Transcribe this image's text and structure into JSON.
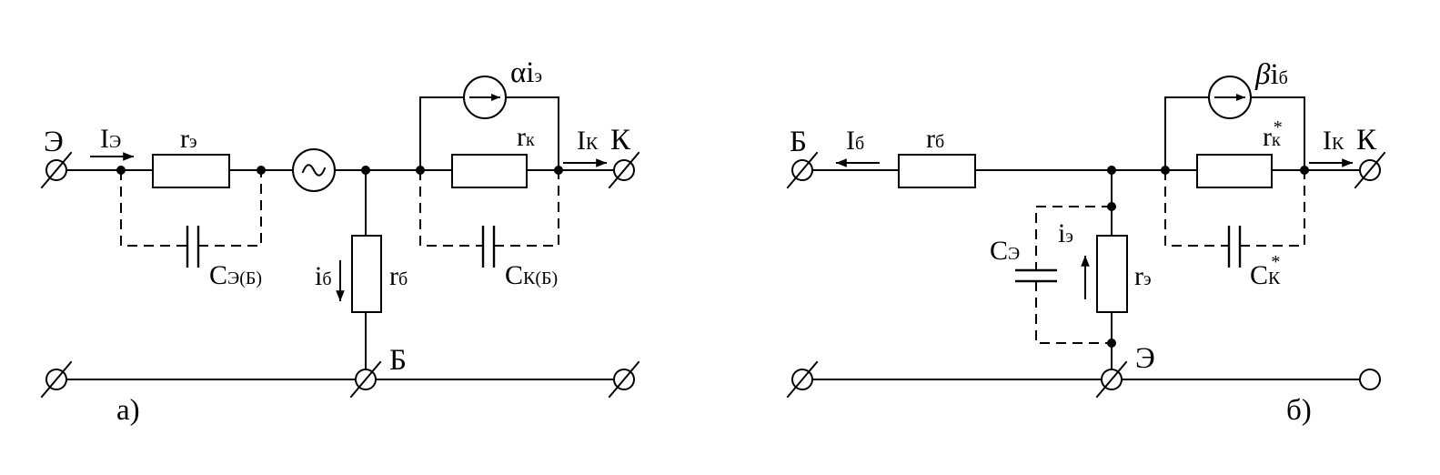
{
  "diagram_a": {
    "node_E": "Э",
    "node_B": "Б",
    "node_K": "К",
    "I_E_main": "I",
    "I_E_sub": "Э",
    "r_E_main": "r",
    "r_E_sub": "э",
    "alpha_main": "αi",
    "alpha_sub": "э",
    "r_K_main": "r",
    "r_K_sub": "к",
    "I_K_main": "I",
    "I_K_sub": "К",
    "C_EB_main": "C",
    "C_EB_sub": "Э(Б)",
    "C_KB_main": "C",
    "C_KB_sub": "К(Б)",
    "i_B_main": "i",
    "i_B_sub": "б",
    "r_B_main": "r",
    "r_B_sub": "б",
    "caption": "а)"
  },
  "diagram_b": {
    "node_B": "Б",
    "node_K": "К",
    "node_E": "Э",
    "I_B_main": "I",
    "I_B_sub": "б",
    "r_B_main": "r",
    "r_B_sub": "б",
    "beta_sym": "β",
    "beta_main": "i",
    "beta_sub": "б",
    "r_K_main": "r",
    "r_K_sub": "к",
    "r_K_sup": "*",
    "I_K_main": "I",
    "I_K_sub": "К",
    "C_E_main": "C",
    "C_E_sub": "Э",
    "i_E_main": "i",
    "i_E_sub": "э",
    "r_E_main": "r",
    "r_E_sub": "э",
    "C_K_main": "C",
    "C_K_sub": "К",
    "C_K_sup": "*",
    "caption": "б)"
  }
}
